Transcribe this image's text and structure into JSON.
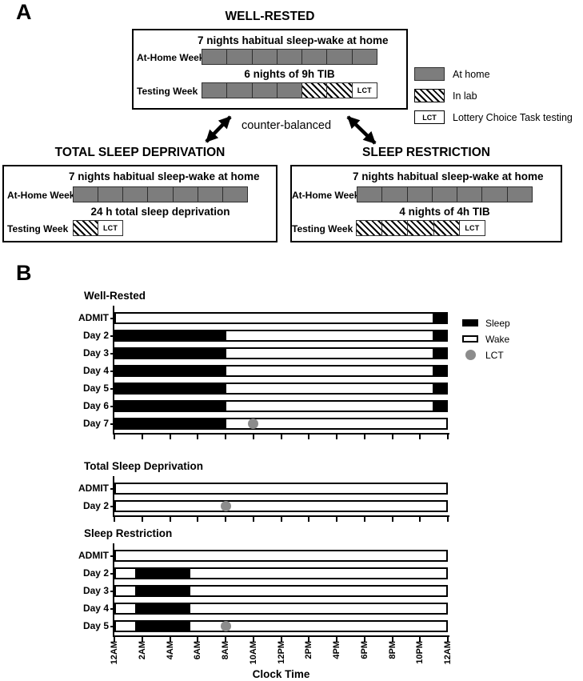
{
  "colors": {
    "at_home_gray": "#7d7d7d",
    "lct_dot_gray": "#8c8c8c",
    "bar_border": "#2f2f2f",
    "black": "#000000"
  },
  "panel_a": {
    "label": "A",
    "counterbalanced_label": "counter-balanced",
    "lct_text": "LCT",
    "legend": [
      {
        "type": "home",
        "label": "At home"
      },
      {
        "type": "lab",
        "label": "In lab"
      },
      {
        "type": "lct",
        "label": "Lottery Choice Task testing"
      }
    ],
    "conditions": [
      {
        "title": "WELL-RESTED",
        "rows": [
          {
            "label": "At-Home Week",
            "caption": "7 nights habitual sleep-wake at home",
            "cells": [
              "home",
              "home",
              "home",
              "home",
              "home",
              "home",
              "home"
            ]
          },
          {
            "label": "Testing Week",
            "caption": "6 nights of 9h TIB",
            "cells": [
              "home",
              "home",
              "home",
              "home",
              "lab",
              "lab",
              "lct"
            ]
          }
        ]
      },
      {
        "title": "TOTAL SLEEP DEPRIVATION",
        "rows": [
          {
            "label": "At-Home Week",
            "caption": "7 nights habitual sleep-wake at home",
            "cells": [
              "home",
              "home",
              "home",
              "home",
              "home",
              "home",
              "home"
            ]
          },
          {
            "label": "Testing Week",
            "caption": "24 h total sleep deprivation",
            "cells": [
              "lab",
              "lct"
            ]
          }
        ]
      },
      {
        "title": "SLEEP RESTRICTION",
        "rows": [
          {
            "label": "At-Home Week",
            "caption": "7 nights habitual sleep-wake at home",
            "cells": [
              "home",
              "home",
              "home",
              "home",
              "home",
              "home",
              "home"
            ]
          },
          {
            "label": "Testing Week",
            "caption": "4 nights of 4h TIB",
            "cells": [
              "lab",
              "lab",
              "lab",
              "lab",
              "lct"
            ]
          }
        ]
      }
    ]
  },
  "panel_b": {
    "label": "B",
    "xlabel": "Clock Time",
    "tick_labels": [
      "12AM",
      "2AM",
      "4AM",
      "6AM",
      "8AM",
      "10AM",
      "12PM",
      "2PM",
      "4PM",
      "6PM",
      "8PM",
      "10PM",
      "12AM"
    ],
    "legend": [
      {
        "type": "sleep",
        "label": "Sleep"
      },
      {
        "type": "wake",
        "label": "Wake"
      },
      {
        "type": "lct",
        "label": "LCT"
      }
    ]
  },
  "chart_data": [
    {
      "type": "bar",
      "subtype": "sleep-wake-timeline",
      "title": "Well-Rested",
      "xlabel": "Clock Time",
      "xlim_hours": [
        0,
        24
      ],
      "x_tick_labels": [
        "12AM",
        "2AM",
        "4AM",
        "6AM",
        "8AM",
        "10AM",
        "12PM",
        "2PM",
        "4PM",
        "6PM",
        "8PM",
        "10PM",
        "12AM"
      ],
      "grid": false,
      "legend_position": "right",
      "rows": [
        {
          "label": "ADMIT",
          "sleep_hours": [
            [
              23,
              24
            ]
          ]
        },
        {
          "label": "Day 2",
          "sleep_hours": [
            [
              0,
              8
            ],
            [
              23,
              24
            ]
          ]
        },
        {
          "label": "Day 3",
          "sleep_hours": [
            [
              0,
              8
            ],
            [
              23,
              24
            ]
          ]
        },
        {
          "label": "Day 4",
          "sleep_hours": [
            [
              0,
              8
            ],
            [
              23,
              24
            ]
          ]
        },
        {
          "label": "Day 5",
          "sleep_hours": [
            [
              0,
              8
            ],
            [
              23,
              24
            ]
          ]
        },
        {
          "label": "Day 6",
          "sleep_hours": [
            [
              0,
              8
            ],
            [
              23,
              24
            ]
          ]
        },
        {
          "label": "Day 7",
          "sleep_hours": [
            [
              0,
              8
            ]
          ],
          "lct_hour": 10
        }
      ]
    },
    {
      "type": "bar",
      "subtype": "sleep-wake-timeline",
      "title": "Total Sleep Deprivation",
      "xlabel": "Clock Time",
      "xlim_hours": [
        0,
        24
      ],
      "x_tick_labels": [
        "12AM",
        "2AM",
        "4AM",
        "6AM",
        "8AM",
        "10AM",
        "12PM",
        "2PM",
        "4PM",
        "6PM",
        "8PM",
        "10PM",
        "12AM"
      ],
      "grid": false,
      "rows": [
        {
          "label": "ADMIT",
          "sleep_hours": []
        },
        {
          "label": "Day 2",
          "sleep_hours": [],
          "lct_hour": 8
        }
      ]
    },
    {
      "type": "bar",
      "subtype": "sleep-wake-timeline",
      "title": "Sleep Restriction",
      "xlabel": "Clock Time",
      "xlim_hours": [
        0,
        24
      ],
      "x_tick_labels": [
        "12AM",
        "2AM",
        "4AM",
        "6AM",
        "8AM",
        "10AM",
        "12PM",
        "2PM",
        "4PM",
        "6PM",
        "8PM",
        "10PM",
        "12AM"
      ],
      "grid": false,
      "rows": [
        {
          "label": "ADMIT",
          "sleep_hours": []
        },
        {
          "label": "Day 2",
          "sleep_hours": [
            [
              1.4,
              5.4
            ]
          ]
        },
        {
          "label": "Day 3",
          "sleep_hours": [
            [
              1.4,
              5.4
            ]
          ]
        },
        {
          "label": "Day 4",
          "sleep_hours": [
            [
              1.4,
              5.4
            ]
          ]
        },
        {
          "label": "Day 5",
          "sleep_hours": [
            [
              1.4,
              5.4
            ]
          ],
          "lct_hour": 8
        }
      ]
    }
  ]
}
